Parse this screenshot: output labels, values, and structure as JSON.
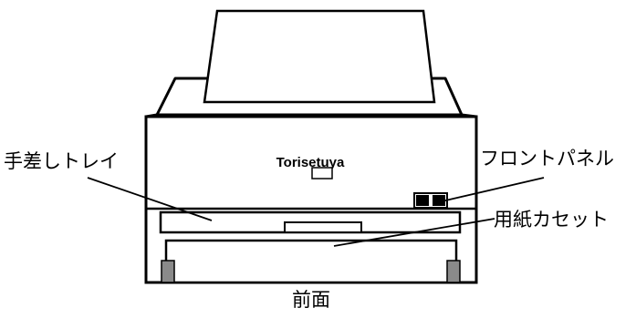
{
  "brand": "Torisetuya",
  "labels": {
    "manual_tray": "手差しトレイ",
    "front_panel": "フロントパネル",
    "paper_cassette": "用紙カセット",
    "front_view": "前面"
  },
  "colors": {
    "outline": "#000000",
    "fill": "#ffffff",
    "foot": "#8a8a8a"
  }
}
